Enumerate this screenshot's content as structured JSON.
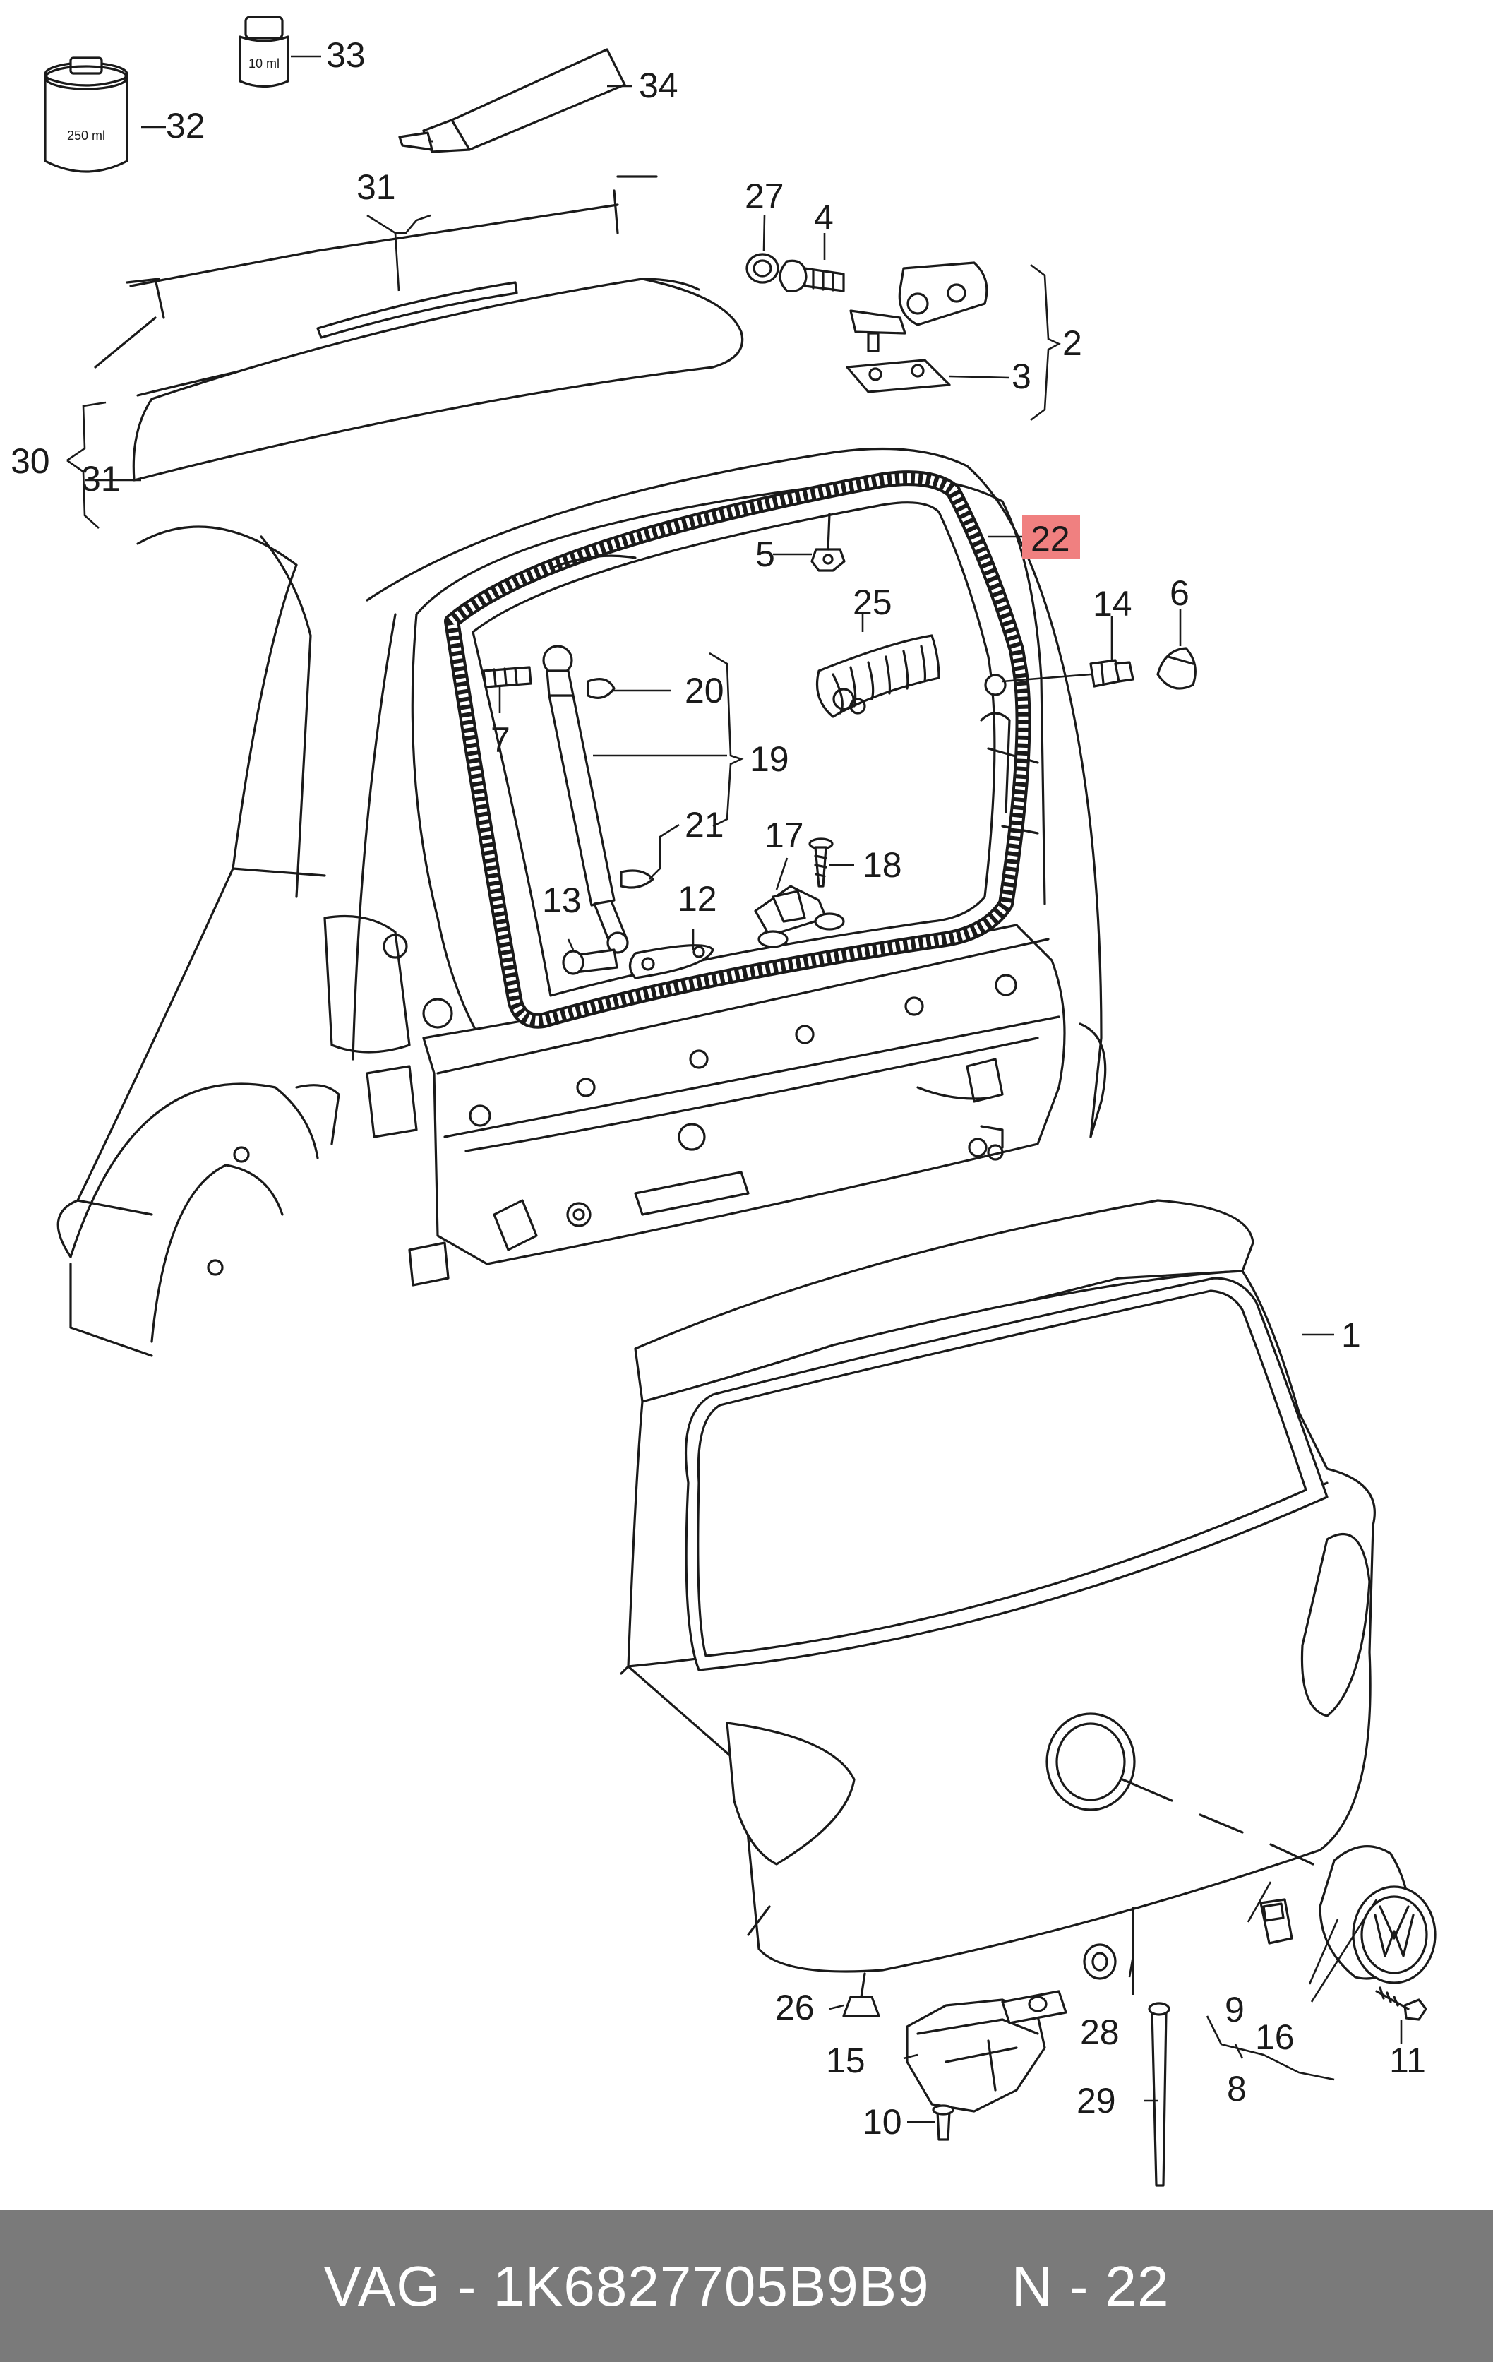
{
  "callouts": {
    "c1": "1",
    "c2": "2",
    "c3": "3",
    "c4": "4",
    "c5": "5",
    "c6": "6",
    "c7": "7",
    "c8": "8",
    "c9": "9",
    "c10": "10",
    "c11": "11",
    "c12": "12",
    "c13": "13",
    "c14": "14",
    "c15": "15",
    "c16": "16",
    "c17": "17",
    "c18": "18",
    "c19": "19",
    "c20": "20",
    "c21": "21",
    "c22": "22",
    "c25": "25",
    "c26": "26",
    "c27": "27",
    "c28": "28",
    "c29": "29",
    "c30": "30",
    "c31a": "31",
    "c31b": "31",
    "c32": "32",
    "c33": "33",
    "c34": "34"
  },
  "containers": {
    "can_label": "250 ml",
    "bottle_label": "10 ml"
  },
  "highlight": {
    "part": "22",
    "color": "#f08080"
  },
  "footer": {
    "text": "VAG - 1K6827705B9B9     N - 22",
    "background": "#7a7a7a",
    "color": "#ffffff"
  }
}
